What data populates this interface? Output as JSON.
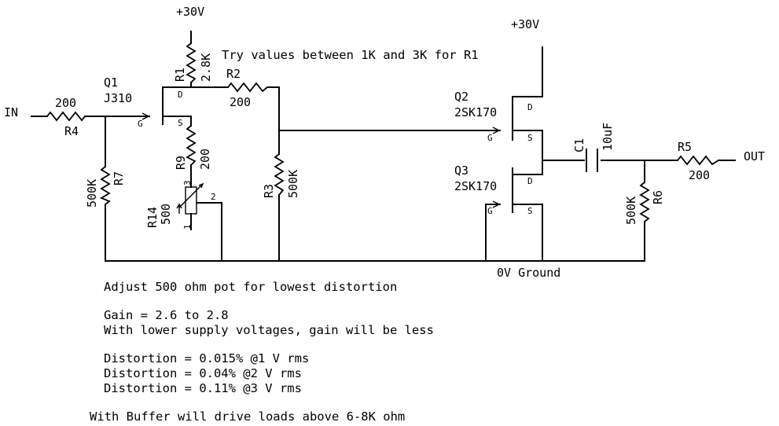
{
  "supply": {
    "left": "+30V",
    "right": "+30V"
  },
  "nets": {
    "in": "IN",
    "out": "OUT",
    "ground": "0V Ground"
  },
  "resistors": {
    "r1": {
      "ref": "R1",
      "value": "2.8K"
    },
    "r2": {
      "ref": "R2",
      "value": "200"
    },
    "r3": {
      "ref": "R3",
      "value": "500K"
    },
    "r4": {
      "ref": "R4",
      "value": "200"
    },
    "r5": {
      "ref": "R5",
      "value": "200"
    },
    "r6": {
      "ref": "R6",
      "value": "500K"
    },
    "r7": {
      "ref": "R7",
      "value": "500K"
    },
    "r9": {
      "ref": "R9",
      "value": "200"
    },
    "r14": {
      "ref": "R14",
      "value": "500",
      "pins": [
        "1",
        "2",
        "3"
      ]
    }
  },
  "capacitor": {
    "ref": "C1",
    "value": "10uF"
  },
  "transistors": {
    "q1": {
      "ref": "Q1",
      "part": "J310",
      "pins": {
        "d": "D",
        "g": "G",
        "s": "S"
      }
    },
    "q2": {
      "ref": "Q2",
      "part": "2SK170",
      "pins": {
        "d": "D",
        "g": "G",
        "s": "S"
      }
    },
    "q3": {
      "ref": "Q3",
      "part": "2SK170",
      "pins": {
        "d": "D",
        "g": "G",
        "s": "S"
      }
    }
  },
  "notes": {
    "r1_hint": "Try values between 1K and 3K for R1",
    "adjust": "Adjust 500 ohm pot for lowest distortion",
    "gain": "Gain = 2.6 to 2.8",
    "gain_supply": "With lower supply voltages, gain will be less",
    "distortion": [
      "Distortion = 0.015% @1 V rms",
      "Distortion = 0.04% @2 V rms",
      "Distortion = 0.11% @3 V rms"
    ],
    "buffer": "With Buffer will drive loads above 6-8K ohm"
  }
}
